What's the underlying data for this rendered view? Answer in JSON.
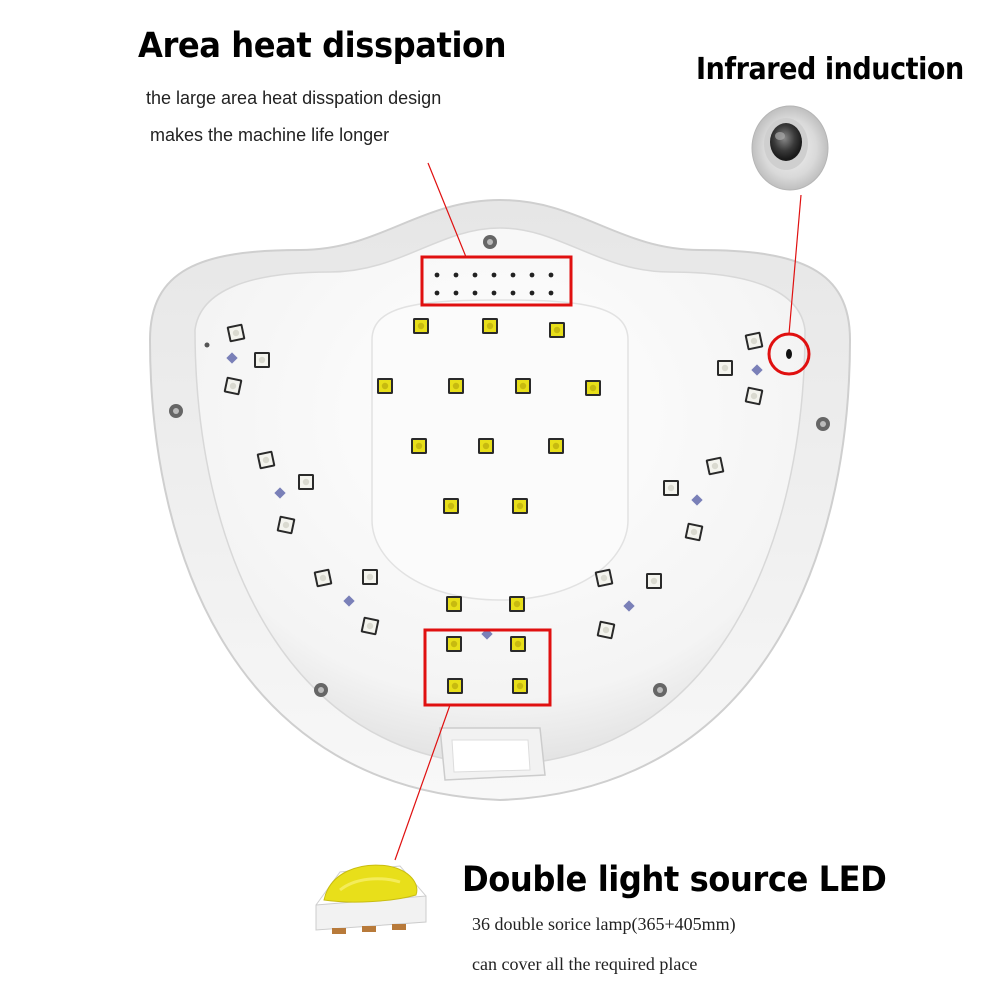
{
  "callouts": {
    "heat": {
      "title": "Area heat disspation",
      "line1": "the large area heat disspation design",
      "line2": "makes the machine life longer"
    },
    "infrared": {
      "title": "Infrared induction"
    },
    "led": {
      "title": "Double light source LED",
      "line1": "36 double sorice lamp(365+405mm)",
      "line2": "can cover all the required place"
    }
  },
  "colors": {
    "highlight": "#e01010",
    "led_yellow": "#e8df1a",
    "led_white": "#f4f4ee",
    "shell": "#f6f6f6"
  },
  "icons": {
    "sensor": "infrared-sensor-icon",
    "led_chip": "led-chip-icon"
  }
}
